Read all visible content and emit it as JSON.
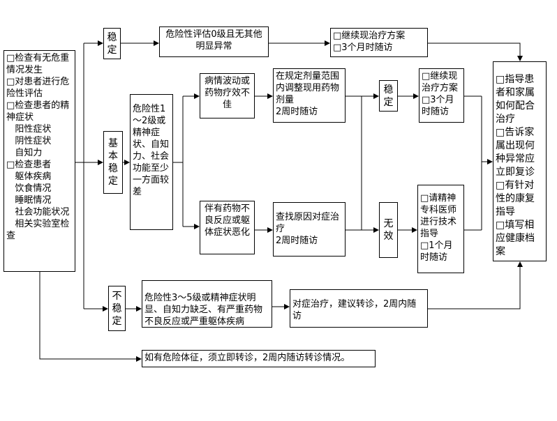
{
  "nodes": {
    "checks": "□检查有无危重情况发生\n□对患者进行危险性评估\n□检查患者的精神症状\n   阳性症状\n   阴性症状\n   自知力\n□检查患者\n   躯体疾病\n   饮食情况\n   睡眠情况\n   社会功能状况\n   相关实验室检查",
    "stable": "稳\n定",
    "level0": "危险性评估0级且无其他明显异常",
    "continue_3m": "□继续现治疗方案\n□3个月时随访",
    "basic_stable": "基\n本\n稳\n定",
    "level12": "危险性1～2级或精神症状、自知力、社会功能至少一方面较差",
    "fluctuation": "病情波动或药物疗效不佳",
    "side_effects": "伴有药物不良反应或躯体症状恶化",
    "adjust_dose": "在规定剂量范围内调整现用药物剂量\n2周时随访",
    "find_cause": "查找原因对症治疗\n2周时随访",
    "stable2": "稳\n定",
    "ineffective": "无\n效",
    "continue_3m_2": "□继续现治疗方案\n□3个月时随访",
    "specialist": "□请精神专科医师进行技术指导\n□1个月时随访",
    "guidance": "□指导患者和家属如何配合治疗\n□告诉家属出现何种异常应立即复诊\n□有针对性的康复指导\n□填写相应健康档案",
    "unstable": "不\n稳\n定",
    "level35": "危险性3～5级或精神症状明显、自知力缺乏、有严重药物不良反应或严重躯体疾病",
    "symptomatic": "对症治疗，建议转诊，2周内随访",
    "danger": "如有危险体征，须立即转诊，2周内随访转诊情况。"
  }
}
